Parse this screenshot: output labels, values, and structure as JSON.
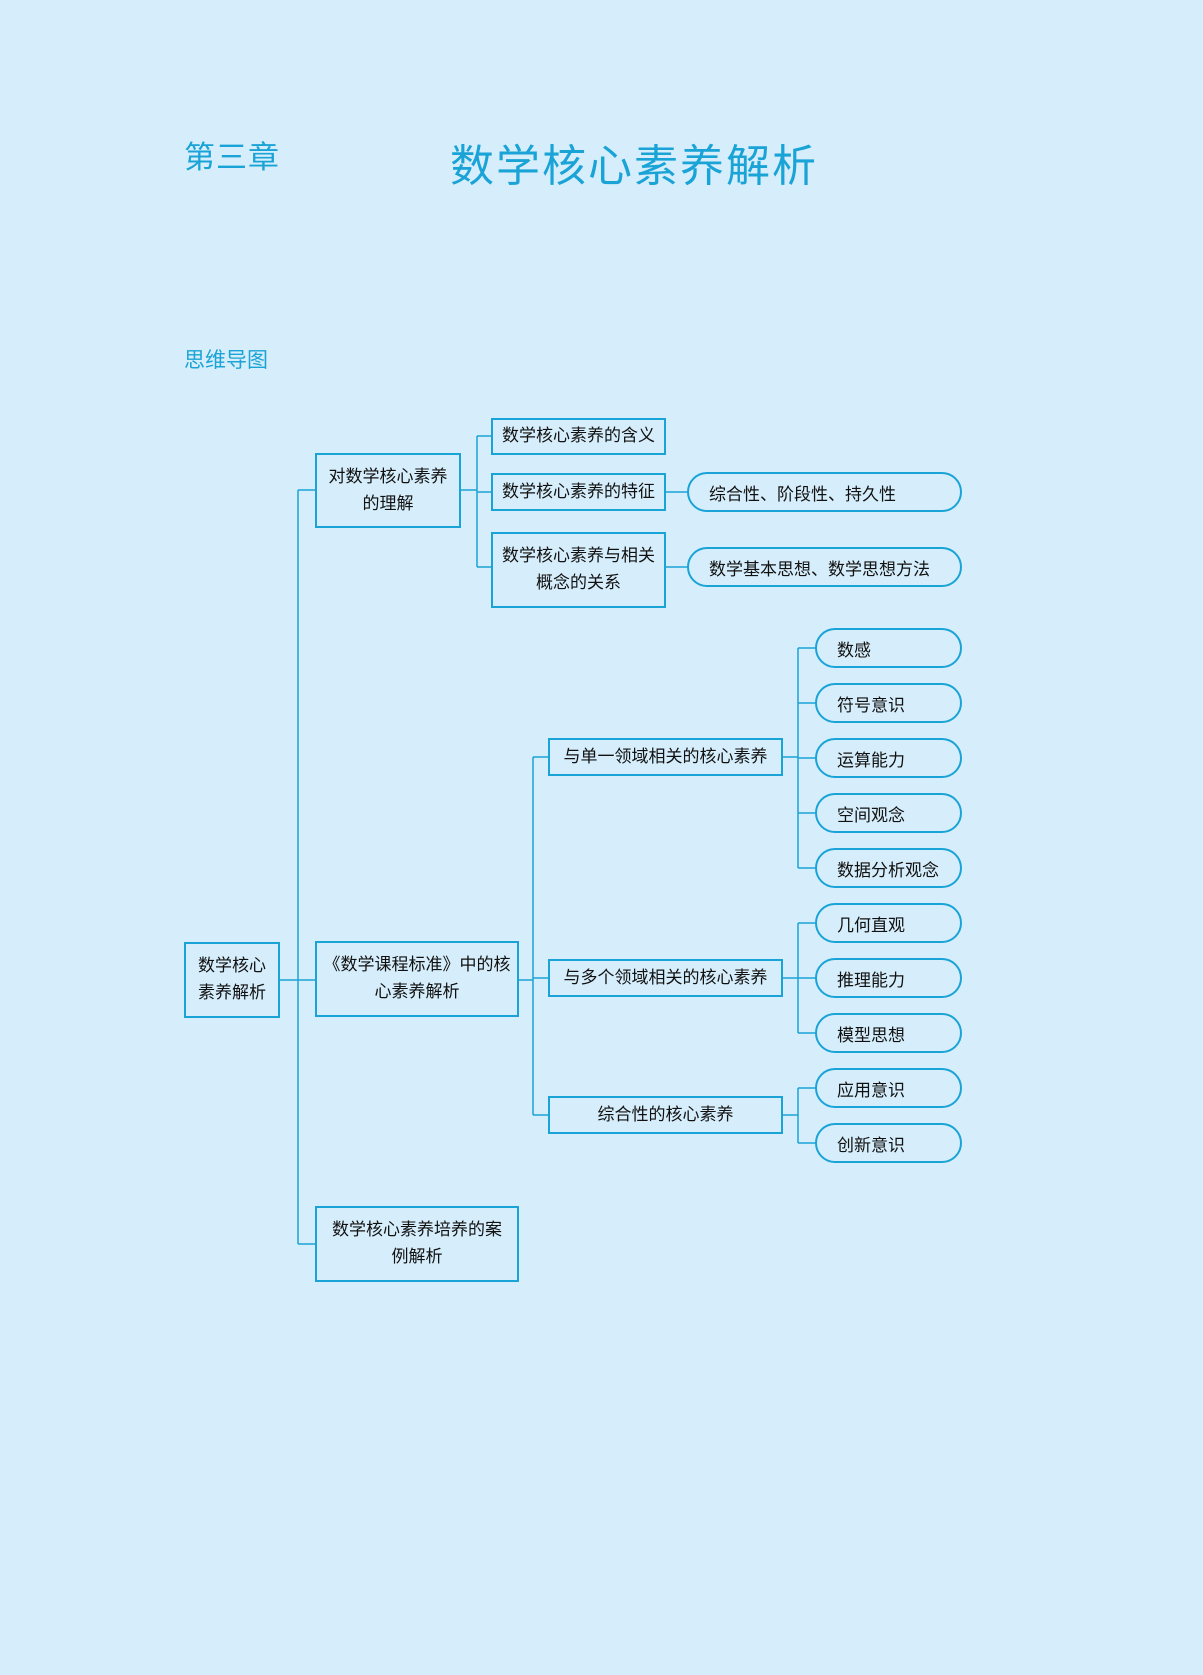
{
  "header": {
    "chapter": "第三章",
    "title": "数学核心素养解析",
    "section": "思维导图"
  },
  "mindmap": {
    "root": "数学核心素养解析",
    "branch1": {
      "label": "对数学核心素养的理解",
      "children": [
        "数学核心素养的含义",
        "数学核心素养的特征",
        "数学核心素养与相关概念的关系"
      ],
      "leaf_features": "综合性、阶段性、持久性",
      "leaf_relations": "数学基本思想、数学思想方法"
    },
    "branch2": {
      "label": "《数学课程标准》中的核心素养解析",
      "single": {
        "label": "与单一领域相关的核心素养",
        "items": [
          "数感",
          "符号意识",
          "运算能力",
          "空间观念",
          "数据分析观念"
        ]
      },
      "multi": {
        "label": "与多个领域相关的核心素养",
        "items": [
          "几何直观",
          "推理能力",
          "模型思想"
        ]
      },
      "comprehensive": {
        "label": "综合性的核心素养",
        "items": [
          "应用意识",
          "创新意识"
        ]
      }
    },
    "branch3": {
      "label": "数学核心素养培养的案例解析"
    }
  }
}
